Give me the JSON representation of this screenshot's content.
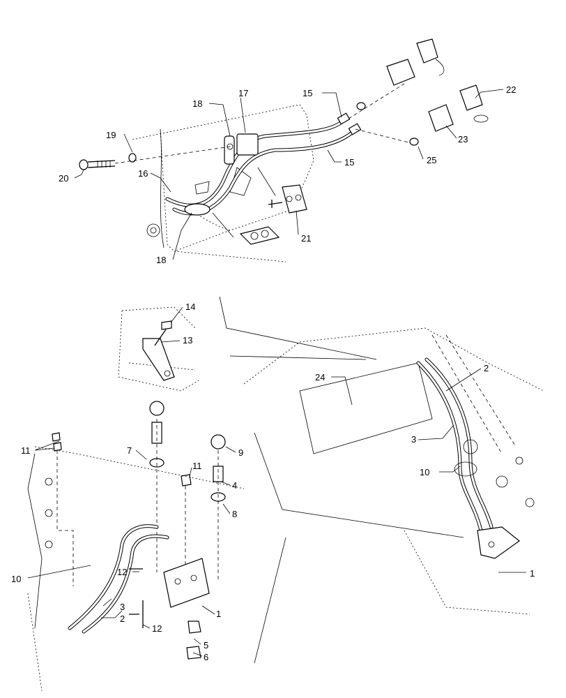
{
  "callouts": {
    "c1a": "1",
    "c1b": "1",
    "c2a": "2",
    "c2b": "2",
    "c3a": "3",
    "c3b": "3",
    "c4": "4",
    "c5": "5",
    "c6": "6",
    "c7": "7",
    "c8": "8",
    "c9": "9",
    "c10a": "10",
    "c10b": "10",
    "c11a": "11",
    "c11b": "11",
    "c12a": "12",
    "c12b": "12",
    "c13": "13",
    "c14": "14",
    "c15a": "15",
    "c15b": "15",
    "c16": "16",
    "c17": "17",
    "c18a": "18",
    "c18b": "18",
    "c19": "19",
    "c20": "20",
    "c21": "21",
    "c22": "22",
    "c23": "23",
    "c24": "24",
    "c25": "25"
  }
}
